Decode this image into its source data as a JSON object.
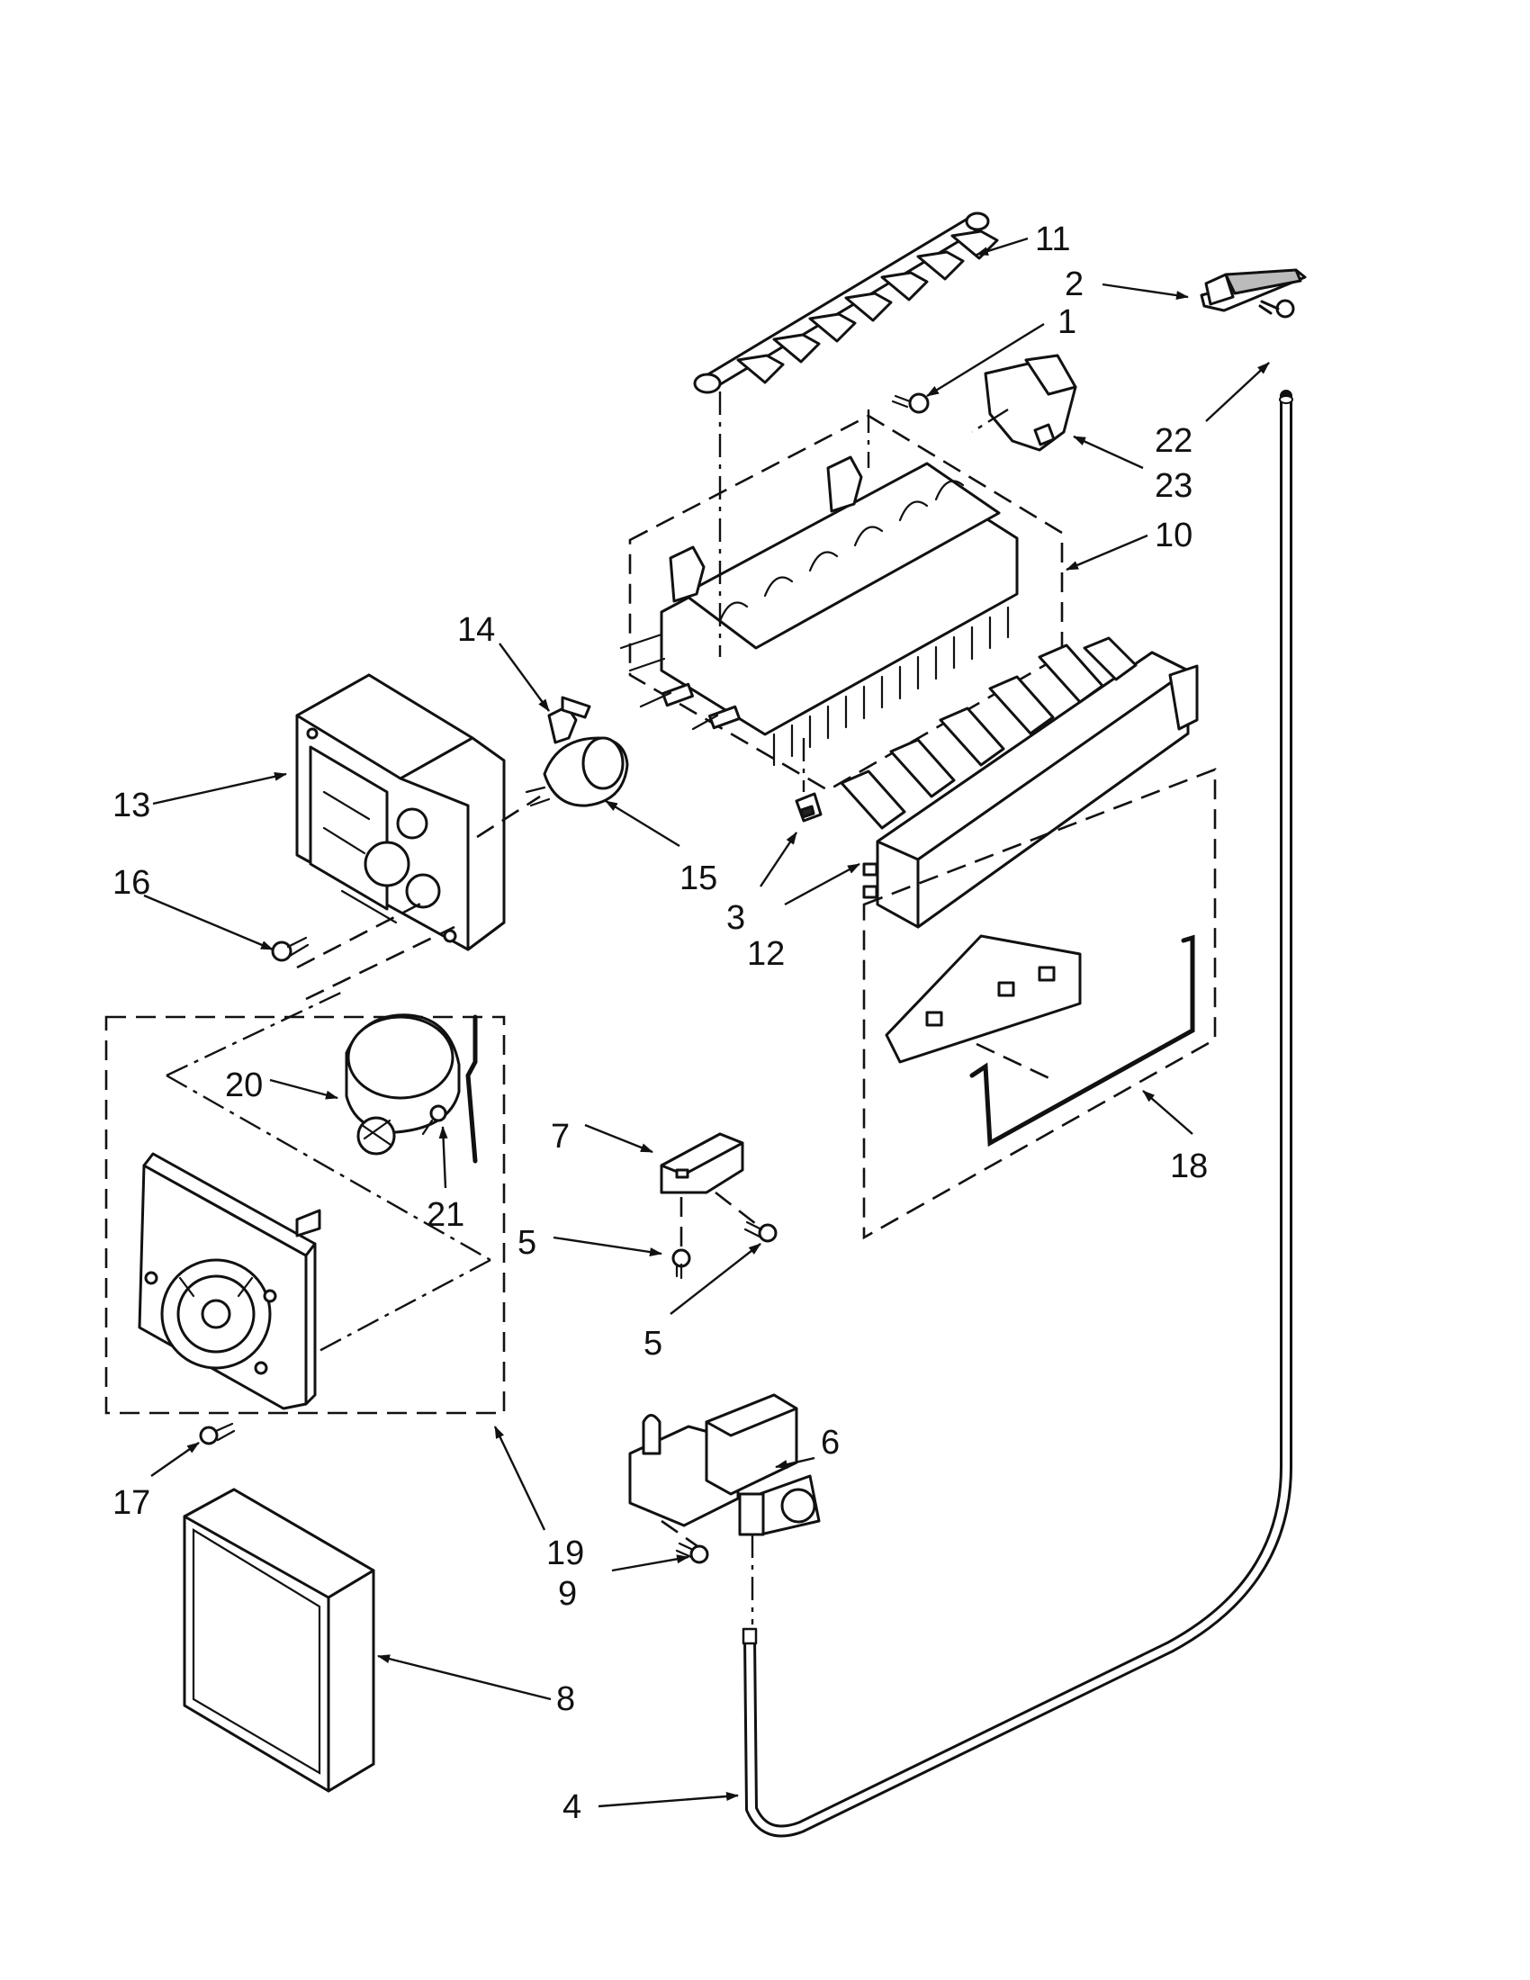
{
  "callouts": [
    {
      "id": "1",
      "label": "1"
    },
    {
      "id": "2",
      "label": "2"
    },
    {
      "id": "3",
      "label": "3"
    },
    {
      "id": "4",
      "label": "4"
    },
    {
      "id": "5a",
      "label": "5"
    },
    {
      "id": "5b",
      "label": "5"
    },
    {
      "id": "6",
      "label": "6"
    },
    {
      "id": "7",
      "label": "7"
    },
    {
      "id": "8",
      "label": "8"
    },
    {
      "id": "9",
      "label": "9"
    },
    {
      "id": "10",
      "label": "10"
    },
    {
      "id": "11",
      "label": "11"
    },
    {
      "id": "12",
      "label": "12"
    },
    {
      "id": "13",
      "label": "13"
    },
    {
      "id": "14",
      "label": "14"
    },
    {
      "id": "15",
      "label": "15"
    },
    {
      "id": "16",
      "label": "16"
    },
    {
      "id": "17",
      "label": "17"
    },
    {
      "id": "18",
      "label": "18"
    },
    {
      "id": "19",
      "label": "19"
    },
    {
      "id": "20",
      "label": "20"
    },
    {
      "id": "21",
      "label": "21"
    },
    {
      "id": "22",
      "label": "22"
    },
    {
      "id": "23",
      "label": "23"
    }
  ]
}
